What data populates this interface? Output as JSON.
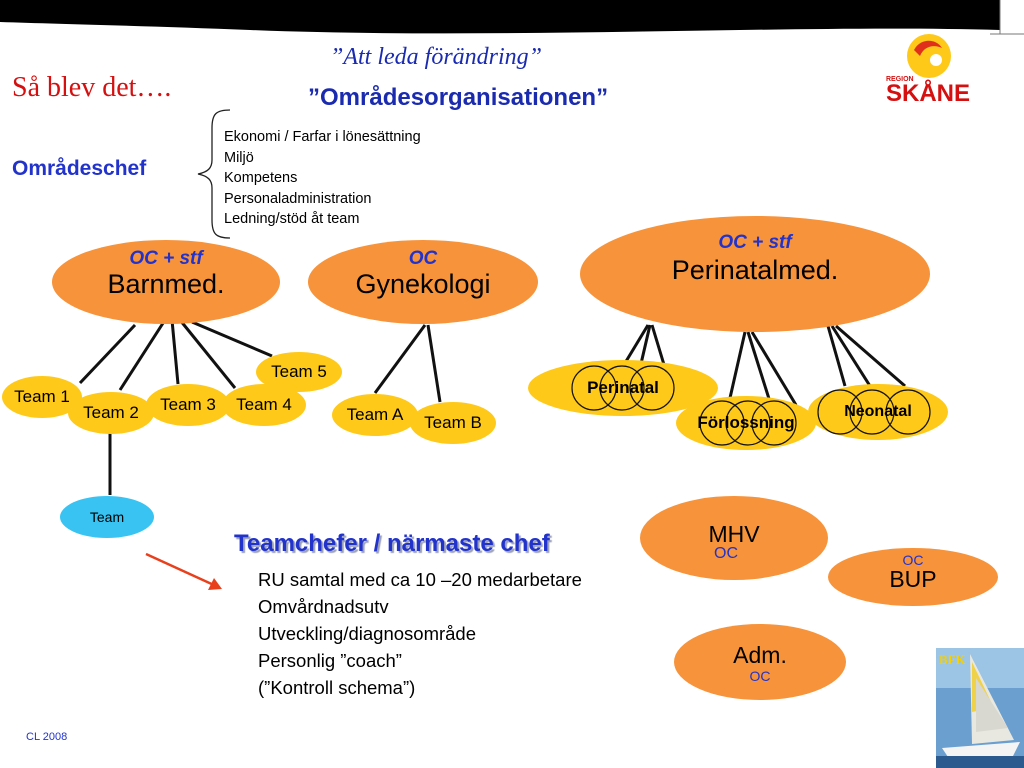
{
  "header": {
    "subtitle": "”Att leda förändring”",
    "title": "”Områdesorganisationen”",
    "left_heading": "Så blev det….",
    "logo_region": "REGION",
    "logo_name": "SKÅNE"
  },
  "omradeschef": {
    "label": "Områdeschef",
    "duties": [
      "Ekonomi / Farfar i lönesättning",
      "Miljö",
      "Kompetens",
      "Personaladministration",
      "Ledning/stöd åt team"
    ]
  },
  "units": {
    "barnmed": {
      "tag": "OC + stf",
      "name": "Barnmed."
    },
    "gynekologi": {
      "tag": "OC",
      "name": "Gynekologi"
    },
    "perinatalmed": {
      "tag": "OC + stf",
      "name": "Perinatalmed."
    },
    "mhv": {
      "name": "MHV",
      "tag": "OC"
    },
    "bup": {
      "tag": "OC",
      "name": "BUP"
    },
    "adm": {
      "name": "Adm.",
      "tag": "OC"
    }
  },
  "teams": {
    "team1": "Team 1",
    "team2": "Team 2",
    "team3": "Team 3",
    "team4": "Team 4",
    "team5": "Team 5",
    "teamA": "Team A",
    "teamB": "Team B",
    "perinatal": "Perinatal",
    "forlossning": "Förlossning",
    "neonatal": "Neonatal",
    "team": "Team"
  },
  "teamchefer": {
    "heading": "Teamchefer / närmaste chef",
    "items": [
      "RU samtal med ca 10 –20 medarbetare",
      "Omvårdnadsutv",
      "Utveckling/diagnosområde",
      "Personlig ”coach”",
      "(”Kontroll schema”)"
    ]
  },
  "footer": {
    "credit": "CL 2008",
    "badge": "BFK"
  },
  "colors": {
    "orange": "#f7933a",
    "yellow": "#fec919",
    "cyan": "#38c3f2",
    "blue": "#2233cc",
    "arrow": "#e8401c"
  }
}
